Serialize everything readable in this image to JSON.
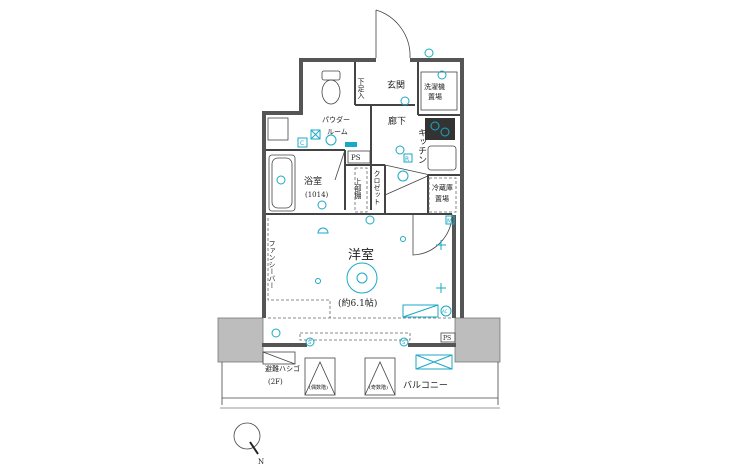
{
  "rooms": {
    "entrance": "玄関",
    "shoe_storage": "下足入",
    "washer_l1": "洗濯機",
    "washer_l2": "置場",
    "hallway": "廊下",
    "kitchen": "キッチン",
    "powder_l1": "パウダー",
    "powder_l2": "ルーム",
    "bath": "浴室",
    "bath_size": "(1014)",
    "ps_top": "PS",
    "upper_shelf": "上部棚",
    "closet": "クロゼット",
    "fridge_l1": "冷蔵庫",
    "fridge_l2": "置場",
    "western_room": "洋室",
    "western_size": "(約6.1帖)",
    "fancy_bar": "ファンシーバー",
    "escape_ladder": "避難ハシゴ",
    "escape_floor": "(2F)",
    "even_floor": "(偶数階)",
    "odd_floor": "(奇数階)",
    "balcony": "バルコニー",
    "ps_bottom": "PS"
  },
  "markers": {
    "c": "C",
    "r": "R",
    "m": "M",
    "ac": "AC",
    "s": "S",
    "north": "N"
  },
  "colors": {
    "equipment": "#1aa9c4",
    "wall": "#555555",
    "wall_block": "#bdbdbd"
  }
}
